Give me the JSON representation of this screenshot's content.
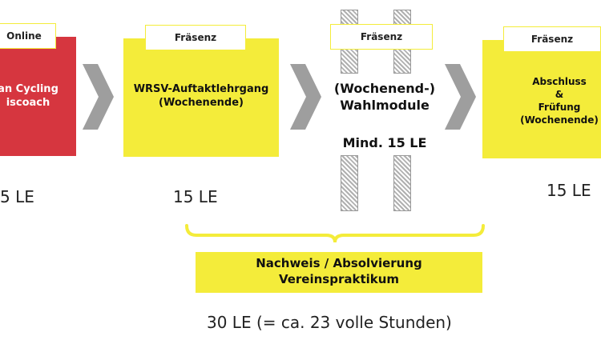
{
  "colors": {
    "yellow": "#f4ec3a",
    "red": "#d6363f",
    "arrow": "#9e9e9e",
    "hatch": "#b0b0b0"
  },
  "stage1": {
    "tag": "Online",
    "line1": "an Cycling",
    "line2": "iscoach",
    "le": "5 LE"
  },
  "stage2": {
    "tag": "Fräsenz",
    "line1": "WRSV-Auftaktlehrgang",
    "line2": "(Wochenende)",
    "le": "15 LE"
  },
  "stage3": {
    "tag": "Fräsenz",
    "line1": "(Wochenend-)",
    "line2": "Wahlmodule",
    "min": "Mind. 15 LE"
  },
  "stage4": {
    "tag": "Fräsenz",
    "line1": "Abschluss",
    "line2": "&",
    "line3": "Früfung",
    "line4": "(Wochenende)",
    "le": "15 LE"
  },
  "bottom": {
    "line1": "Nachweis / Absolvierung",
    "line2": "Vereinspraktikum",
    "total": "30 LE (= ca. 23 volle Stunden)"
  }
}
